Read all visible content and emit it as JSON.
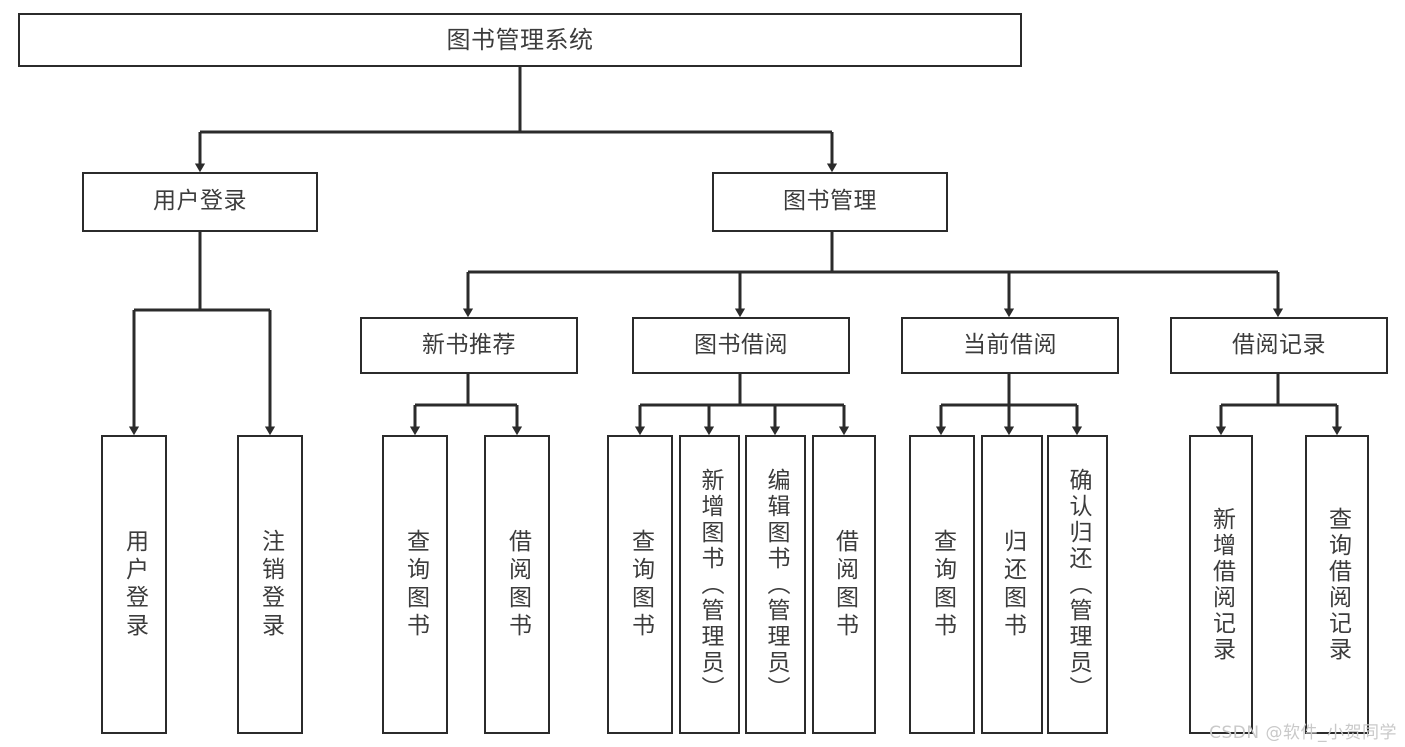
{
  "diagram": {
    "title": "图书管理系统",
    "type": "tree-hierarchy-chart",
    "watermark": "CSDN @软件_小贺同学",
    "colors": {
      "stroke": "#2b2b2b",
      "text": "#3c3c3c",
      "background": "#ffffff",
      "watermark": "#c9c9c9"
    },
    "nodes": {
      "root": {
        "label": "图书管理系统"
      },
      "level2": [
        {
          "id": "user-login",
          "label": "用户登录"
        },
        {
          "id": "book-manage",
          "label": "图书管理"
        }
      ],
      "level3": [
        {
          "id": "new-book-recommend",
          "label": "新书推荐"
        },
        {
          "id": "book-borrow",
          "label": "图书借阅"
        },
        {
          "id": "current-borrow",
          "label": "当前借阅"
        },
        {
          "id": "borrow-record",
          "label": "借阅记录"
        }
      ],
      "leaves": [
        {
          "id": "leaf-user-login",
          "label": "用户登录",
          "parent": "user-login"
        },
        {
          "id": "leaf-logout-login",
          "label": "注销登录",
          "parent": "user-login"
        },
        {
          "id": "leaf-query-book-1",
          "label": "查询图书",
          "parent": "new-book-recommend"
        },
        {
          "id": "leaf-borrow-book-1",
          "label": "借阅图书",
          "parent": "new-book-recommend"
        },
        {
          "id": "leaf-query-book-2",
          "label": "查询图书",
          "parent": "book-borrow"
        },
        {
          "id": "leaf-add-book",
          "label": "新增图书（管理员）",
          "parent": "book-borrow"
        },
        {
          "id": "leaf-edit-book",
          "label": "编辑图书（管理员）",
          "parent": "book-borrow"
        },
        {
          "id": "leaf-borrow-book-2",
          "label": "借阅图书",
          "parent": "book-borrow"
        },
        {
          "id": "leaf-query-book-3",
          "label": "查询图书",
          "parent": "current-borrow"
        },
        {
          "id": "leaf-return-book",
          "label": "归还图书",
          "parent": "current-borrow"
        },
        {
          "id": "leaf-confirm-return",
          "label": "确认归还（管理员）",
          "parent": "current-borrow"
        },
        {
          "id": "leaf-add-record",
          "label": "新增借阅记录",
          "parent": "borrow-record"
        },
        {
          "id": "leaf-query-record",
          "label": "查询借阅记录",
          "parent": "borrow-record"
        }
      ]
    }
  }
}
